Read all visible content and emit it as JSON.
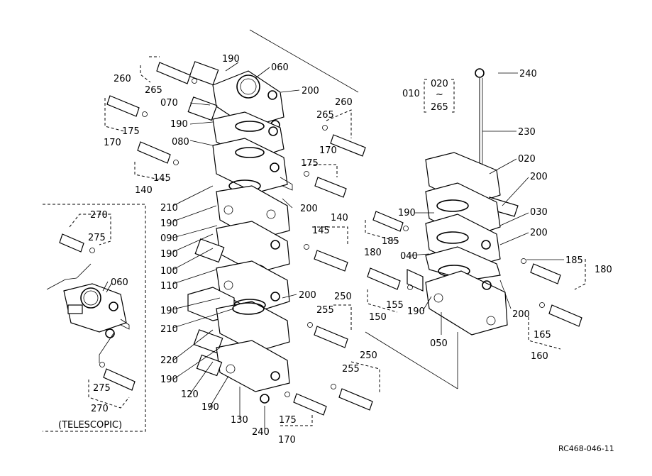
{
  "labels": {
    "p010": "010",
    "p020": "020",
    "p020b": "020",
    "p030": "030",
    "p040": "040",
    "p050": "050",
    "p060a": "060",
    "p060b": "060",
    "p070": "070",
    "p080": "080",
    "p090": "090",
    "p100": "100",
    "p110": "110",
    "p120": "120",
    "p130": "130",
    "p140a": "140",
    "p140b": "140",
    "p145a": "145",
    "p145b": "145",
    "p150": "150",
    "p155": "155",
    "p160": "160",
    "p165": "165",
    "p170a": "170",
    "p170b": "170",
    "p170c": "170",
    "p175a": "175",
    "p175b": "175",
    "p175c": "175",
    "p180a": "180",
    "p180b": "180",
    "p185a": "185",
    "p185b": "185",
    "p190a": "190",
    "p190b": "190",
    "p190c": "190",
    "p190d": "190",
    "p190e": "190",
    "p190f": "190",
    "p190g": "190",
    "p190h": "190",
    "p190i": "190",
    "p200a": "200",
    "p200b": "200",
    "p200c": "200",
    "p200d": "200",
    "p200e": "200",
    "p200f": "200",
    "p210a": "210",
    "p210b": "210",
    "p220": "220",
    "p230": "230",
    "p240a": "240",
    "p240b": "240",
    "p250a": "250",
    "p250b": "250",
    "p255a": "255",
    "p255b": "255",
    "p260a": "260",
    "p260b": "260",
    "p265a": "265",
    "p265b": "265",
    "p265c": "265",
    "p270a": "270",
    "p270b": "270",
    "p275a": "275",
    "p275b": "275",
    "tilde": "~"
  },
  "inset_caption": "(TELESCOPIC)",
  "drawing_code": "RC468-046-11"
}
